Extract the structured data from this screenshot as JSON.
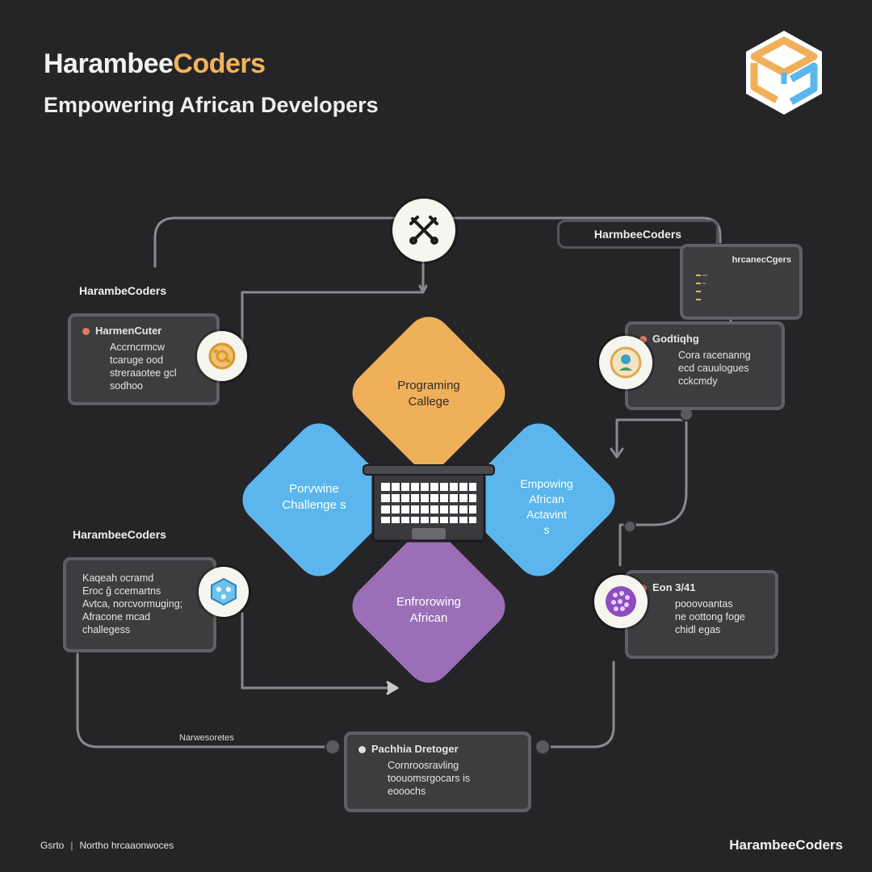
{
  "header": {
    "brand_part1": "Harambee",
    "brand_part2": "Coders",
    "subtitle": "Empowering African Developers"
  },
  "colors": {
    "background": "#252527",
    "accent_orange": "#f2b45c",
    "diamond_orange": "#f0b05a",
    "diamond_blue": "#5ab6ec",
    "diamond_purple": "#9a6fb8",
    "card_bg": "#3d3d40",
    "card_border": "#606064"
  },
  "diamonds": {
    "top": "Programing\nCallege",
    "left": "Porvwine\nChallenge s",
    "right": "Empowing\nAfrican\nActavint\ns",
    "bottom": "Enfrorowing\nAfrican"
  },
  "labels": {
    "left_upper": "HarambeCoders",
    "left_lower": "HarambeeCoders",
    "top_right_pill": "HarmbeeCoders",
    "bottom_line": "Narwesoretes"
  },
  "cards": {
    "left_upper": {
      "title": "HarmenCuter",
      "lines": [
        "Accrncrmcw",
        "tcaruge ood",
        "streraaotee gcl",
        "sodhoo"
      ]
    },
    "left_lower": {
      "lines": [
        "Kaqeah ocramd",
        "Eroc ğ ccemartns",
        "Avtca, norcvormuging;",
        "Afracone mcad",
        "challegess"
      ]
    },
    "top_right_small": {
      "title": "hrcanecCgers"
    },
    "right_upper": {
      "title": "Godtiqhg",
      "lines": [
        "Cora racenanng",
        "ecd cauulogues",
        "cckcmdy"
      ]
    },
    "right_lower": {
      "title": "Eon 3/41",
      "lines": [
        "pooovoantas",
        "ne oottong foge",
        "chidl egas"
      ]
    },
    "bottom": {
      "title": "Pachhia Dretoger",
      "lines": [
        "Cornroosravling",
        "toouomsrgocars is",
        "eooochs"
      ]
    }
  },
  "icons": {
    "top_tool": "crossed-tools-icon",
    "left_upper": "coin-emblem-icon",
    "left_lower": "cube-network-icon",
    "right_upper": "globe-plant-icon",
    "right_lower": "purple-dots-icon",
    "center": "laptop-icon",
    "logo": "isometric-box-logo"
  },
  "footer": {
    "left_a": "Gsrto",
    "left_b": "|",
    "left_c": "Northo hrcaaonwoces",
    "right": "HarambeeCoders"
  }
}
